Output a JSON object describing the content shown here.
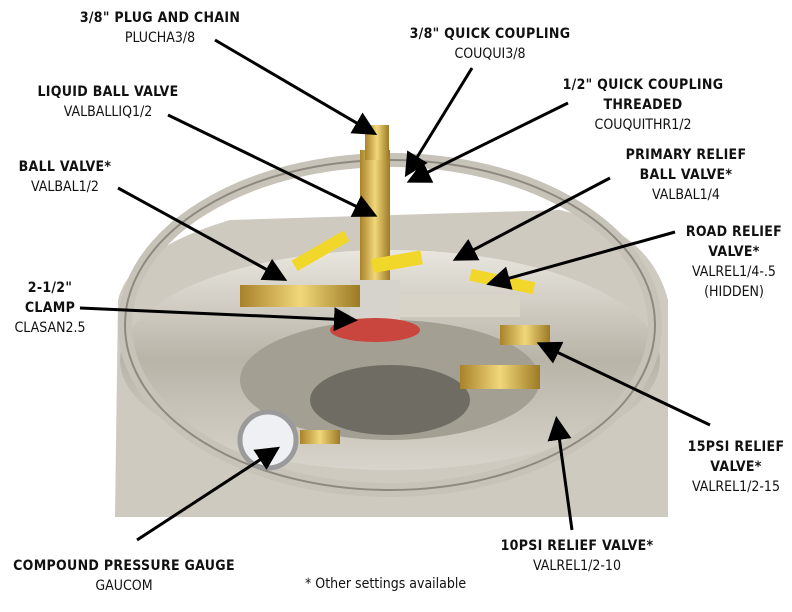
{
  "callouts": {
    "plug_chain": {
      "title": "3/8\" PLUG AND CHAIN",
      "code": "PLUCHA3/8"
    },
    "quick_coupling": {
      "title": "3/8\" QUICK COUPLING",
      "code": "COUQUI3/8"
    },
    "quick_coupling_threaded": {
      "title1": "1/2\" QUICK COUPLING",
      "title2": "THREADED",
      "code": "COUQUITHR1/2"
    },
    "liquid_ball_valve": {
      "title": "LIQUID BALL VALVE",
      "code": "VALBALLIQ1/2"
    },
    "primary_relief": {
      "title1": "PRIMARY RELIEF",
      "title2": "BALL VALVE*",
      "code": "VALBAL1/4"
    },
    "ball_valve": {
      "title": "BALL VALVE*",
      "code": "VALBAL1/2"
    },
    "road_relief": {
      "title1": "ROAD RELIEF",
      "title2": "VALVE*",
      "code": "VALREL1/4-.5",
      "note": "(HIDDEN)"
    },
    "clamp": {
      "title1": "2-1/2\"",
      "title2": "CLAMP",
      "code": "CLASAN2.5"
    },
    "relief_15psi": {
      "title1": "15PSI RELIEF",
      "title2": "VALVE*",
      "code": "VALREL1/2-15"
    },
    "relief_10psi": {
      "title": "10PSI RELIEF VALVE*",
      "code": "VALREL1/2-10"
    },
    "gauge": {
      "title": "COMPOUND PRESSURE GAUGE",
      "code": "GAUCOM"
    }
  },
  "footnote": "* Other settings available"
}
